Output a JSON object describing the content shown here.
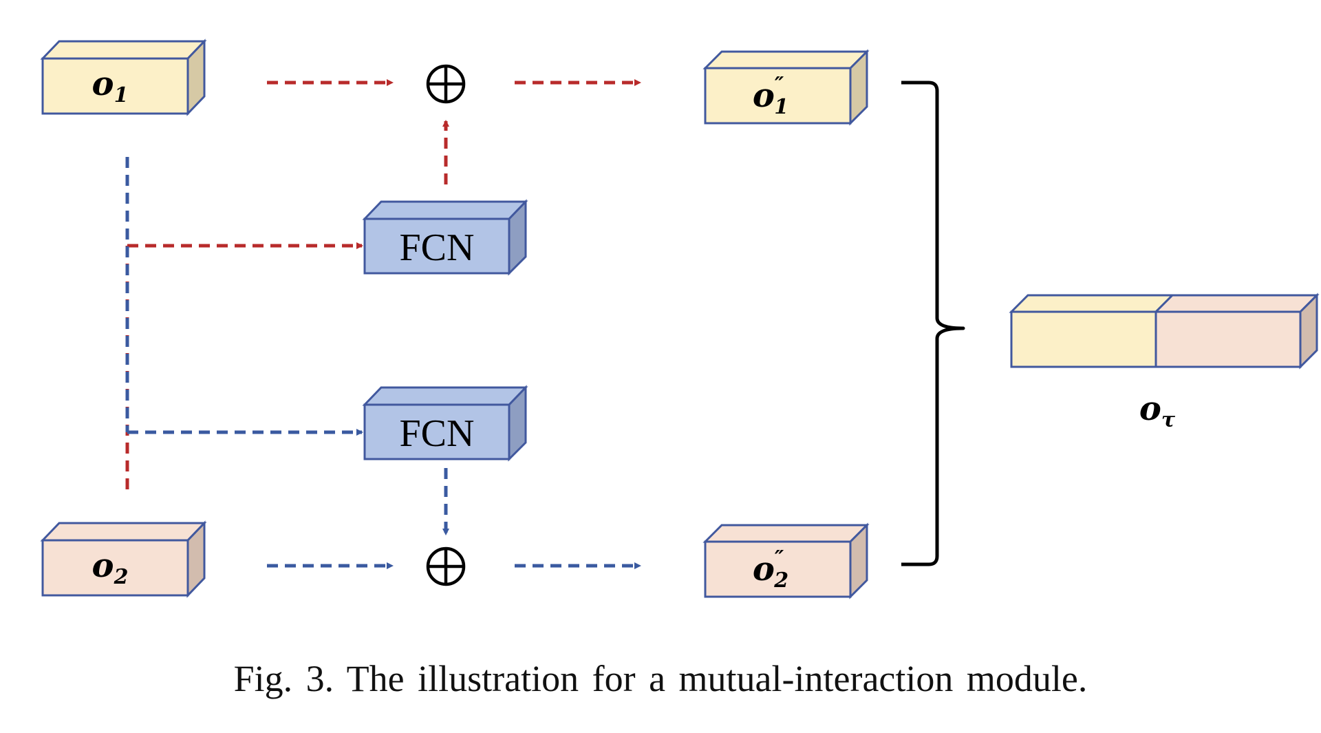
{
  "blocks": {
    "o1": {
      "main": "o",
      "sub": "1",
      "sup": ""
    },
    "o2": {
      "main": "o",
      "sub": "2",
      "sup": ""
    },
    "o1_out": {
      "main": "o",
      "sub": "1",
      "sup": "″"
    },
    "o2_out": {
      "main": "o",
      "sub": "2",
      "sup": "″"
    },
    "fcn_top": "FCN",
    "fcn_bottom": "FCN",
    "output": {
      "main": "o",
      "sub": "τ"
    }
  },
  "operators": {
    "add_symbol": "⊕"
  },
  "colors": {
    "yellow_fill": "#fcf0c8",
    "pink_fill": "#f7e1d4",
    "blue_fill": "#b2c4e6",
    "box_stroke": "#41589e",
    "red_arrow": "#b82b2b",
    "blue_arrow": "#3a5aa0",
    "bracket": "#000000"
  },
  "caption": "Fig. 3.  The illustration for a mutual-interaction module."
}
